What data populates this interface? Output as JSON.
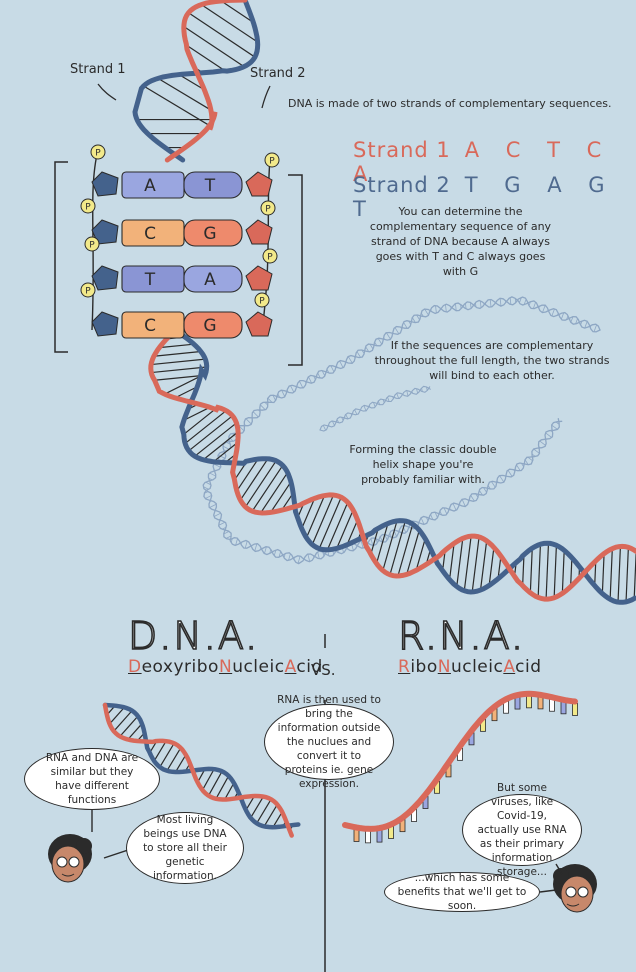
{
  "top": {
    "strand1_label": "Strand 1",
    "strand2_label": "Strand 2",
    "intro": "DNA is made of two strands of complementary sequences.",
    "strand1_name": "Strand 1",
    "strand1_sequence": "A C T C A",
    "strand2_name": "Strand 2",
    "strand2_sequence": "T G A G T",
    "explain": "You can determine the complementary sequence of any strand of DNA because A always goes with T and C always goes with G",
    "bind_note": "If the sequences are complementary throughout the full length, the two strands will bind to each other.",
    "helix_note": "Forming the classic double helix shape you're probably familiar with.",
    "phosphate": "P",
    "base_pairs": [
      {
        "left": "A",
        "right": "T"
      },
      {
        "left": "C",
        "right": "G"
      },
      {
        "left": "T",
        "right": "A"
      },
      {
        "left": "C",
        "right": "G"
      }
    ]
  },
  "compare": {
    "dna_title": "D.N.A.",
    "dna_full": [
      {
        "text": "D",
        "hl": true
      },
      {
        "text": "eoxyribo",
        "hl": false
      },
      {
        "text": "N",
        "hl": true
      },
      {
        "text": "ucleic",
        "hl": false
      },
      {
        "text": "A",
        "hl": true
      },
      {
        "text": "cid",
        "hl": false
      }
    ],
    "vs": "VS.",
    "rna_title": "R.N.A.",
    "rna_full": [
      {
        "text": "R",
        "hl": true
      },
      {
        "text": "ibo",
        "hl": false
      },
      {
        "text": "N",
        "hl": true
      },
      {
        "text": "ucleic",
        "hl": false
      },
      {
        "text": "A",
        "hl": true
      },
      {
        "text": "cid",
        "hl": false
      }
    ]
  },
  "bubbles": {
    "similar": "RNA and DNA are similar but they have different functions",
    "store": "Most living beings use DNA to store all their genetic information.",
    "rna_used": "RNA is then used to bring the information outside the nuclues and convert it to proteins ie. gene expression.",
    "viruses": "But some viruses, like Covid-19, actually use RNA as their primary information storage...",
    "benefits": "...which has some benefits that we'll get to soon."
  },
  "colors": {
    "background": "#c8dbe6",
    "red_strand": "#d9695a",
    "blue_strand": "#44628c",
    "adenine": "#9aa6e0",
    "cytosine": "#f2b27a",
    "guanine": "#ee8a6c",
    "thymine": "#8a95d4",
    "phosphate": "#f2e98a"
  }
}
